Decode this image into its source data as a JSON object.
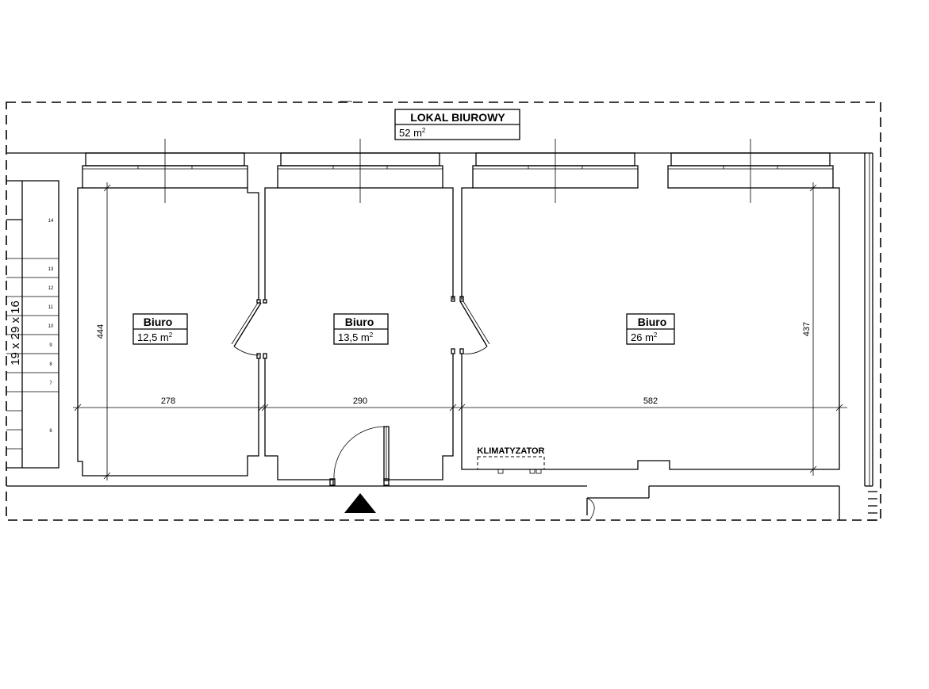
{
  "unit": {
    "title": "LOKAL BIUROWY",
    "area_value": "52 m",
    "area_sup": "2"
  },
  "rooms": [
    {
      "name": "Biuro",
      "area_value": "12,5 m",
      "area_sup": "2"
    },
    {
      "name": "Biuro",
      "area_value": "13,5 m",
      "area_sup": "2"
    },
    {
      "name": "Biuro",
      "area_value": "26 m",
      "area_sup": "2"
    }
  ],
  "dimensions": {
    "width_room1": "278",
    "width_room2": "290",
    "width_room3": "582",
    "depth_left": "444",
    "depth_right": "437"
  },
  "equipment": {
    "ac_label": "KLIMATYZATOR"
  },
  "stairs": {
    "spec": "19 x 29 x 16",
    "step_numbers": [
      "14",
      "13",
      "12",
      "11",
      "10",
      "9",
      "8",
      "7",
      "6"
    ]
  }
}
